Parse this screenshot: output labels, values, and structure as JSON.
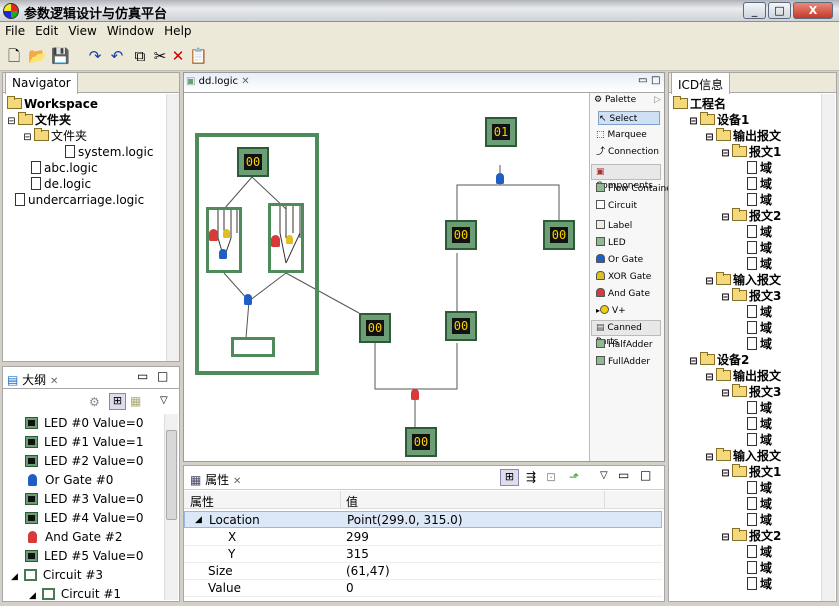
{
  "window": {
    "title": "参数逻辑设计与仿真平台",
    "min": "_",
    "max": "□",
    "close": "X"
  },
  "menu": [
    "File",
    "Edit",
    "View",
    "Window",
    "Help"
  ],
  "toolbar": {
    "icons": [
      "new-icon",
      "open-icon",
      "save-icon",
      "redo-icon",
      "undo-icon",
      "copy-icon",
      "cut-icon",
      "delete-icon",
      "paste-icon"
    ]
  },
  "navigator": {
    "tab": "Navigator",
    "items": [
      {
        "label": "Workspace"
      },
      {
        "label": "文件夹"
      },
      {
        "label": "文件夹"
      },
      {
        "label": "system.logic"
      },
      {
        "label": "abc.logic"
      },
      {
        "label": "de.logic"
      },
      {
        "label": "undercarriage.logic"
      }
    ]
  },
  "outline": {
    "tab": "大纲",
    "items": [
      {
        "label": "LED #0 Value=0"
      },
      {
        "label": "LED #1 Value=1"
      },
      {
        "label": "LED #2 Value=0"
      },
      {
        "label": "Or Gate #0"
      },
      {
        "label": "LED #3 Value=0"
      },
      {
        "label": "LED #4 Value=0"
      },
      {
        "label": "And Gate #2"
      },
      {
        "label": "LED #5 Value=0"
      },
      {
        "label": "Circuit #3"
      },
      {
        "label": "Circuit #1"
      }
    ]
  },
  "editor": {
    "tab": "dd.logic",
    "leds": [
      "00",
      "01",
      "00",
      "00",
      "00",
      "00",
      "00"
    ]
  },
  "palette": {
    "title": "Palette",
    "tools": [
      "Select",
      "Marquee",
      "Connection"
    ],
    "components_title": "Components",
    "components": [
      "Flow Container",
      "Circuit",
      "Label",
      "LED",
      "Or Gate",
      "XOR Gate",
      "And Gate",
      "V+"
    ],
    "canned_title": "Canned Parts",
    "canned": [
      "HalfAdder",
      "FullAdder"
    ]
  },
  "properties": {
    "tab": "属性",
    "col_name": "属性",
    "col_value": "值",
    "rows": [
      {
        "name": "Location",
        "value": "Point(299.0, 315.0)"
      },
      {
        "name": "X",
        "value": "299"
      },
      {
        "name": "Y",
        "value": "315"
      },
      {
        "name": "Size",
        "value": "(61,47)"
      },
      {
        "name": "Value",
        "value": "0"
      }
    ]
  },
  "icd": {
    "tab": "ICD信息",
    "items": [
      {
        "label": "工程名"
      },
      {
        "label": "设备1"
      },
      {
        "label": "输出报文"
      },
      {
        "label": "报文1"
      },
      {
        "label": "域"
      },
      {
        "label": "域"
      },
      {
        "label": "域"
      },
      {
        "label": "报文2"
      },
      {
        "label": "域"
      },
      {
        "label": "域"
      },
      {
        "label": "域"
      },
      {
        "label": "输入报文"
      },
      {
        "label": "报文3"
      },
      {
        "label": "域"
      },
      {
        "label": "域"
      },
      {
        "label": "域"
      },
      {
        "label": "设备2"
      },
      {
        "label": "输出报文"
      },
      {
        "label": "报文3"
      },
      {
        "label": "域"
      },
      {
        "label": "域"
      },
      {
        "label": "域"
      },
      {
        "label": "输入报文"
      },
      {
        "label": "报文1"
      },
      {
        "label": "域"
      },
      {
        "label": "域"
      },
      {
        "label": "域"
      },
      {
        "label": "报文2"
      },
      {
        "label": "域"
      },
      {
        "label": "域"
      },
      {
        "label": "域"
      }
    ]
  }
}
